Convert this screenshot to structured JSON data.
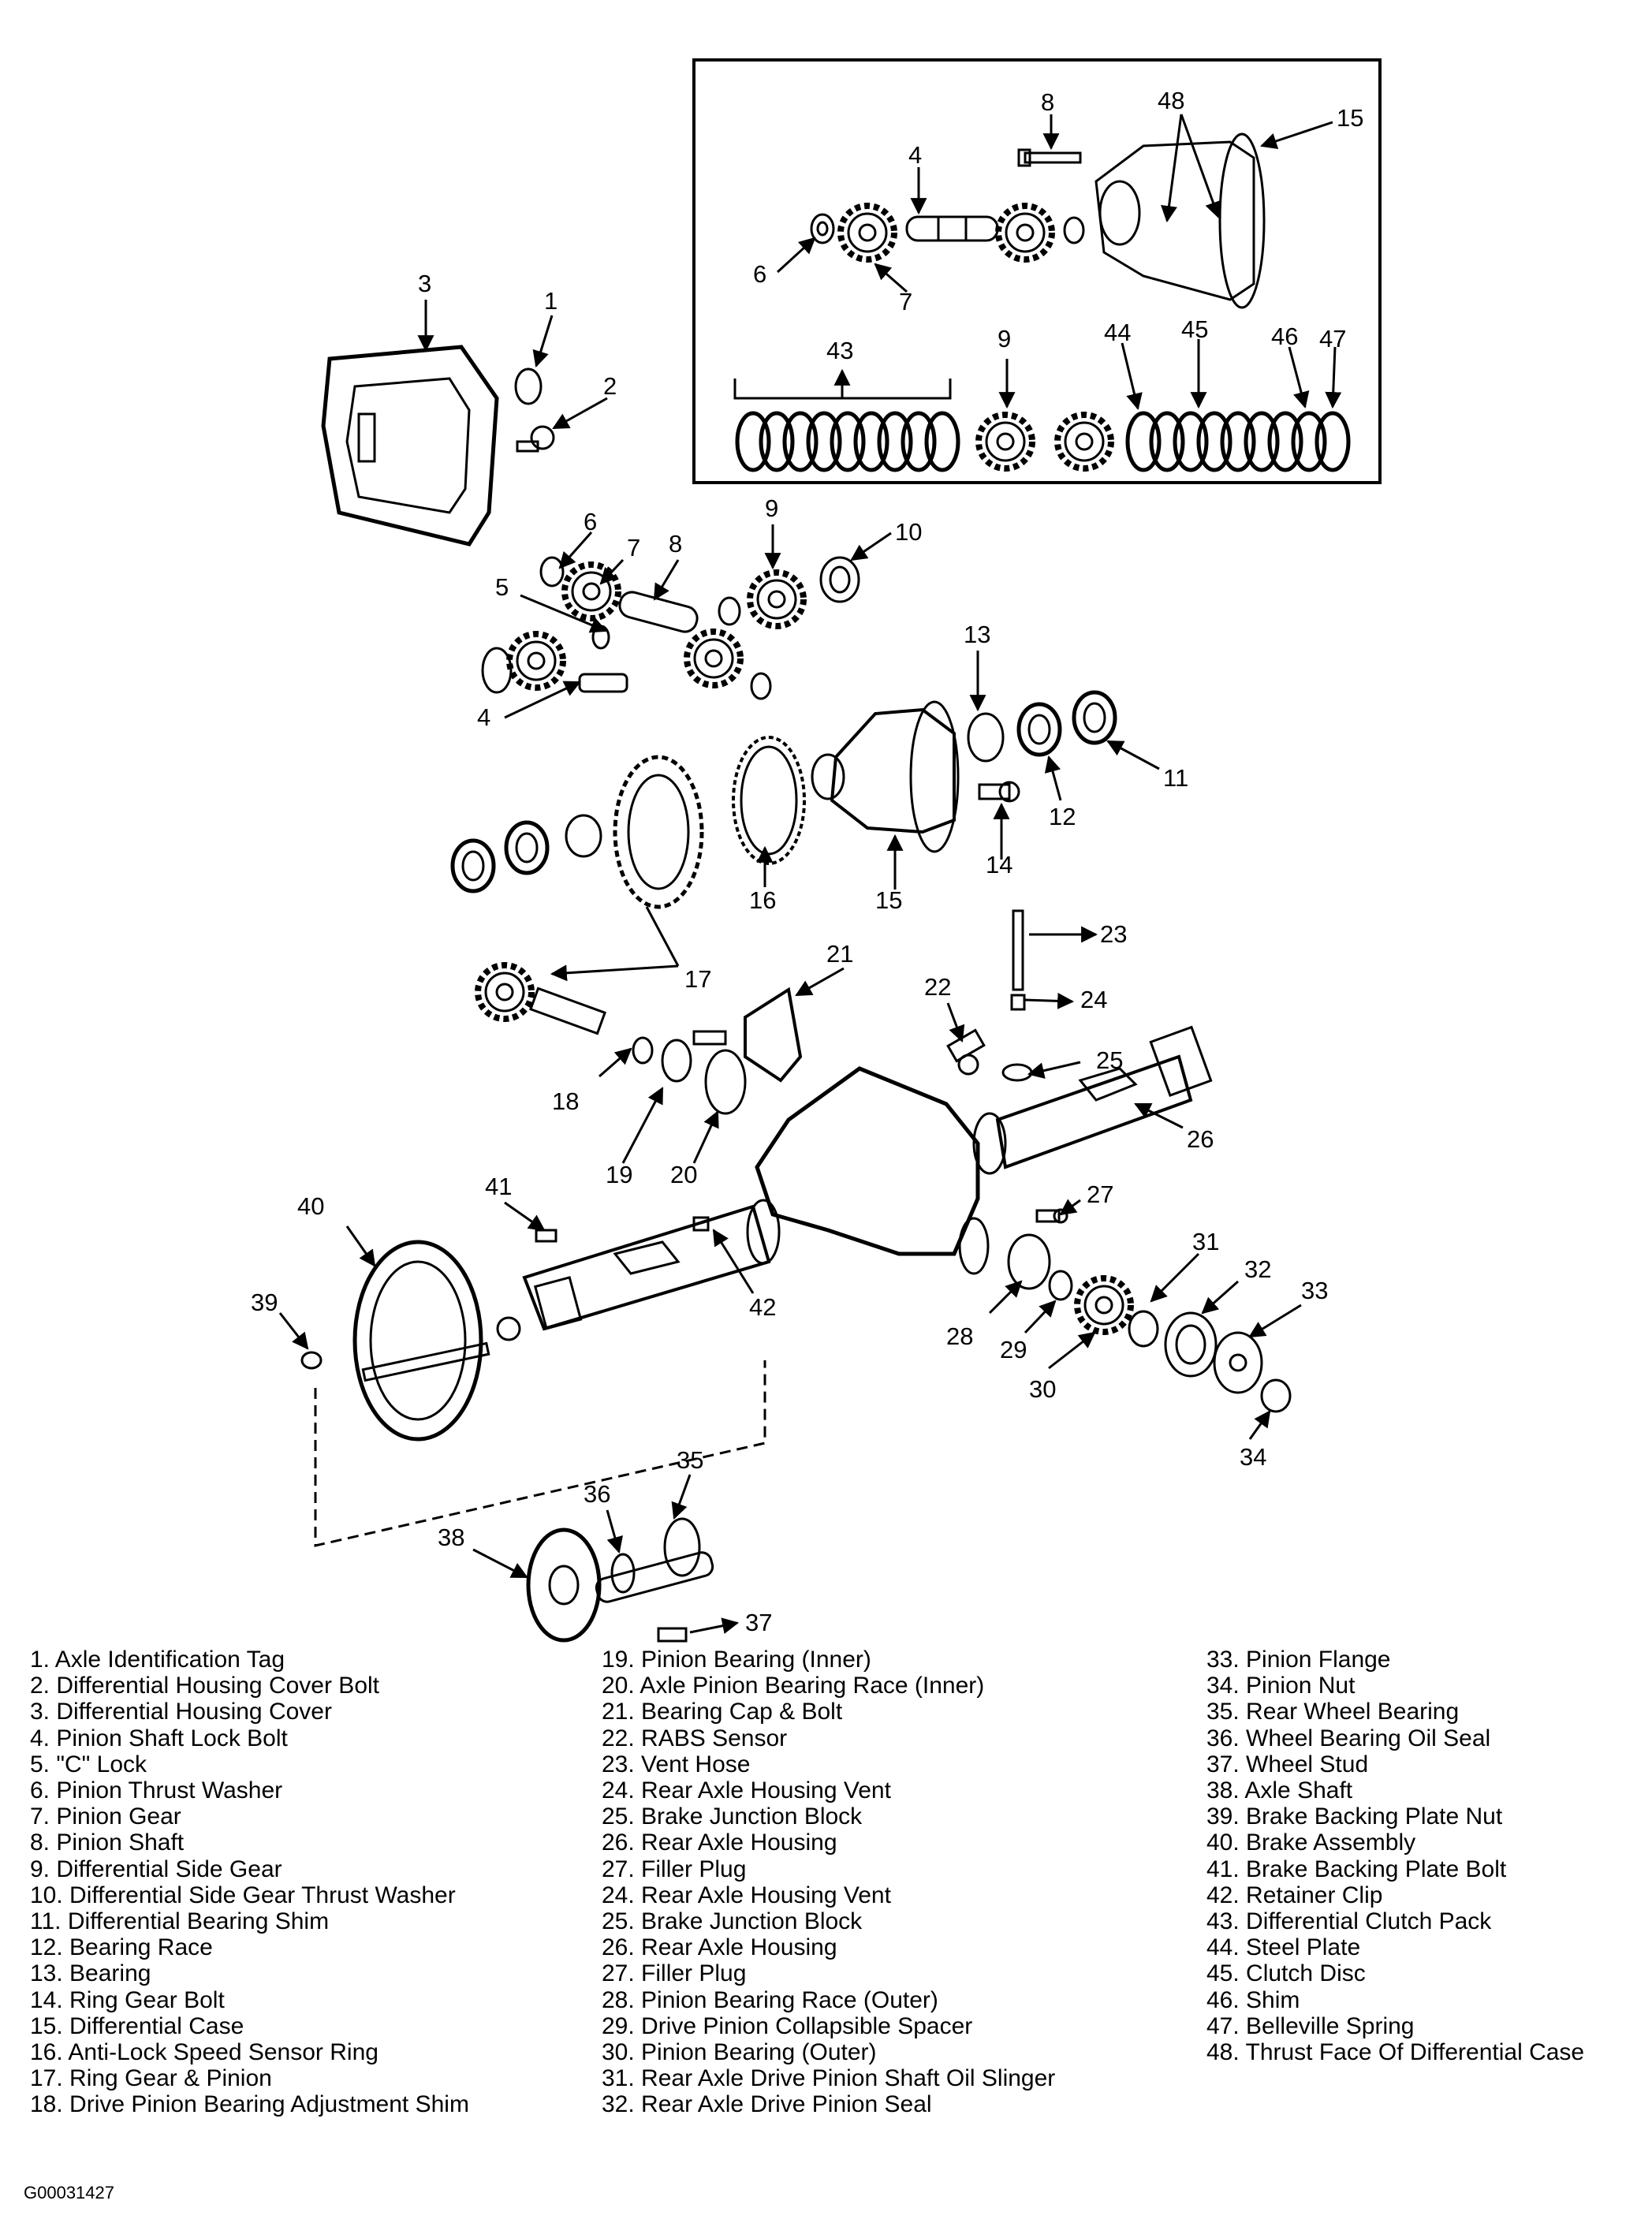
{
  "figure_id": "G00031427",
  "callouts": [
    "1",
    "2",
    "3",
    "4",
    "5",
    "6",
    "7",
    "8",
    "9",
    "10",
    "11",
    "12",
    "13",
    "14",
    "15",
    "16",
    "17",
    "18",
    "19",
    "20",
    "21",
    "22",
    "23",
    "24",
    "25",
    "26",
    "27",
    "28",
    "29",
    "30",
    "31",
    "32",
    "33",
    "34",
    "35",
    "36",
    "37",
    "38",
    "39",
    "40",
    "41",
    "42",
    "43",
    "44",
    "45",
    "46",
    "47",
    "48"
  ],
  "legend": {
    "col1": [
      "1. Axle Identification Tag",
      "2. Differential Housing Cover Bolt",
      "3. Differential Housing Cover",
      "4. Pinion Shaft Lock Bolt",
      "5. \"C\" Lock",
      "6. Pinion Thrust Washer",
      "7. Pinion Gear",
      "8. Pinion Shaft",
      "9. Differential Side Gear",
      "10. Differential Side Gear Thrust Washer",
      "11. Differential Bearing Shim",
      "12. Bearing Race",
      "13. Bearing",
      "14. Ring Gear Bolt",
      "15. Differential Case",
      "16. Anti-Lock Speed Sensor Ring",
      "17. Ring Gear & Pinion",
      "18. Drive Pinion Bearing Adjustment Shim"
    ],
    "col2": [
      "19. Pinion Bearing (Inner)",
      "20. Axle Pinion Bearing Race (Inner)",
      "21. Bearing Cap & Bolt",
      "22. RABS Sensor",
      "23. Vent Hose",
      "24. Rear Axle Housing Vent",
      "25. Brake Junction Block",
      "26. Rear Axle Housing",
      "27. Filler Plug",
      "24. Rear Axle Housing Vent",
      "25. Brake Junction Block",
      "26. Rear Axle Housing",
      "27. Filler Plug",
      "28. Pinion Bearing Race (Outer)",
      "29. Drive Pinion Collapsible Spacer",
      "30. Pinion Bearing (Outer)",
      "31. Rear Axle Drive Pinion Shaft Oil Slinger",
      "32. Rear Axle Drive Pinion Seal"
    ],
    "col3": [
      "33. Pinion Flange",
      "34. Pinion Nut",
      "35. Rear Wheel Bearing",
      "36. Wheel Bearing Oil Seal",
      "37. Wheel Stud",
      "38. Axle Shaft",
      "39. Brake Backing Plate Nut",
      "40. Brake Assembly",
      "41. Brake Backing Plate Bolt",
      "42. Retainer Clip",
      "43. Differential Clutch Pack",
      "44. Steel Plate",
      "45. Clutch Disc",
      "46. Shim",
      "47. Belleville  Spring",
      "48. Thrust Face Of Differential Case"
    ]
  }
}
